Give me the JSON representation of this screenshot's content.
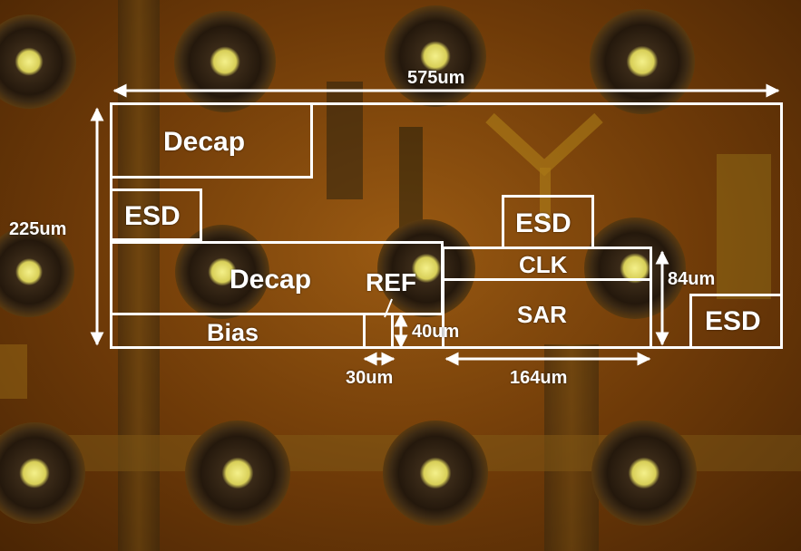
{
  "blocks": {
    "decap_top": "Decap",
    "esd_left": "ESD",
    "decap_mid": "Decap",
    "bias": "Bias",
    "ref": "REF",
    "esd_mid": "ESD",
    "clk": "CLK",
    "sar": "SAR",
    "esd_right": "ESD"
  },
  "dimensions": {
    "total_width": "575um",
    "total_height": "225um",
    "sar_height": "84um",
    "ref_height": "40um",
    "ref_width": "30um",
    "sar_width": "164um"
  },
  "colors": {
    "outline": "#ffffff",
    "die_background": "#7a4408",
    "pad_ring": "#1e1408",
    "pad_center": "#e8e070"
  }
}
